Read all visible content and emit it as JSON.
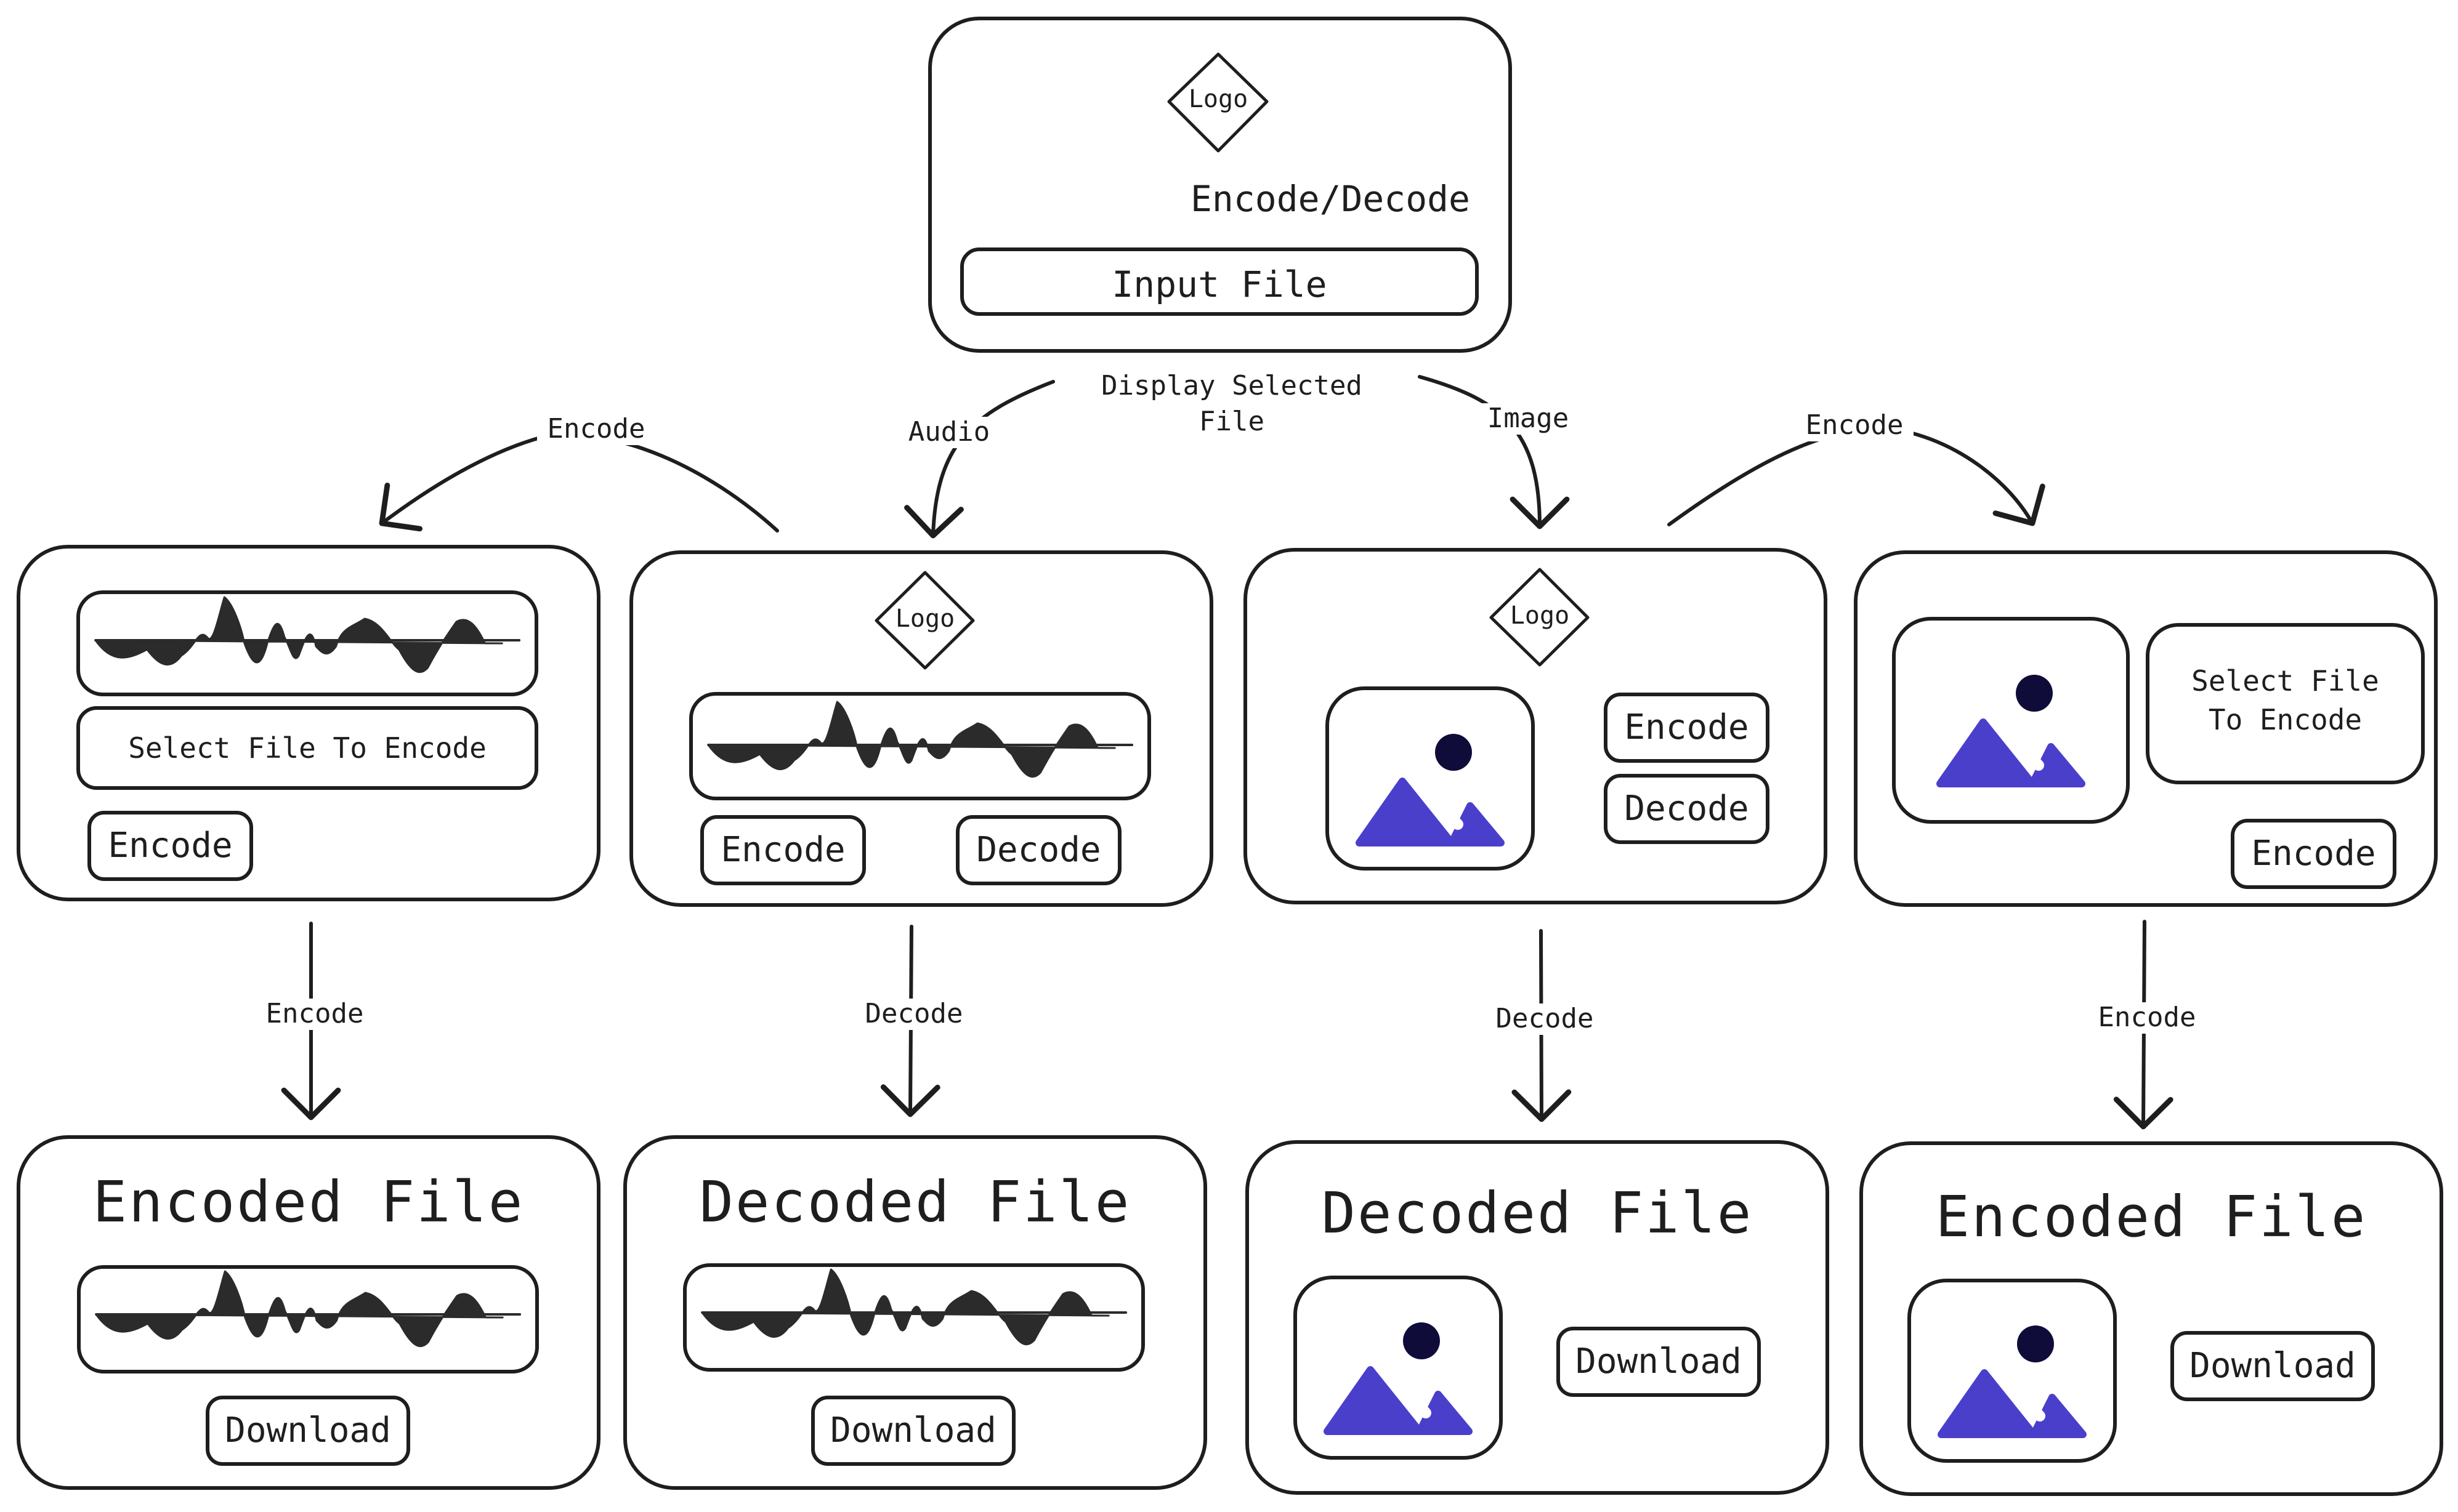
{
  "main": {
    "logo": "Logo",
    "heading": "Encode/Decode",
    "input_button": "Input File",
    "note_line1": "Display Selected",
    "note_line2": "File"
  },
  "edges": {
    "audio": "Audio",
    "image": "Image",
    "encode": "Encode",
    "decode": "Decode"
  },
  "audio_encode_screen": {
    "select_label": "Select File To Encode",
    "encode_button": "Encode"
  },
  "audio_select_screen": {
    "logo": "Logo",
    "encode_button": "Encode",
    "decode_button": "Decode"
  },
  "image_select_screen": {
    "logo": "Logo",
    "encode_button": "Encode",
    "decode_button": "Decode"
  },
  "image_encode_screen": {
    "select_line1": "Select File",
    "select_line2": "To Encode",
    "encode_button": "Encode"
  },
  "results": [
    {
      "title": "Encoded File",
      "download": "Download"
    },
    {
      "title": "Decoded File",
      "download": "Download"
    },
    {
      "title": "Decoded File",
      "download": "Download"
    },
    {
      "title": "Encoded File",
      "download": "Download"
    }
  ],
  "colors": {
    "stroke": "#1e1e1e",
    "image_icon": "#4a3fcb",
    "image_sun": "#0f0c3a",
    "waveform": "#2b2b2b"
  }
}
